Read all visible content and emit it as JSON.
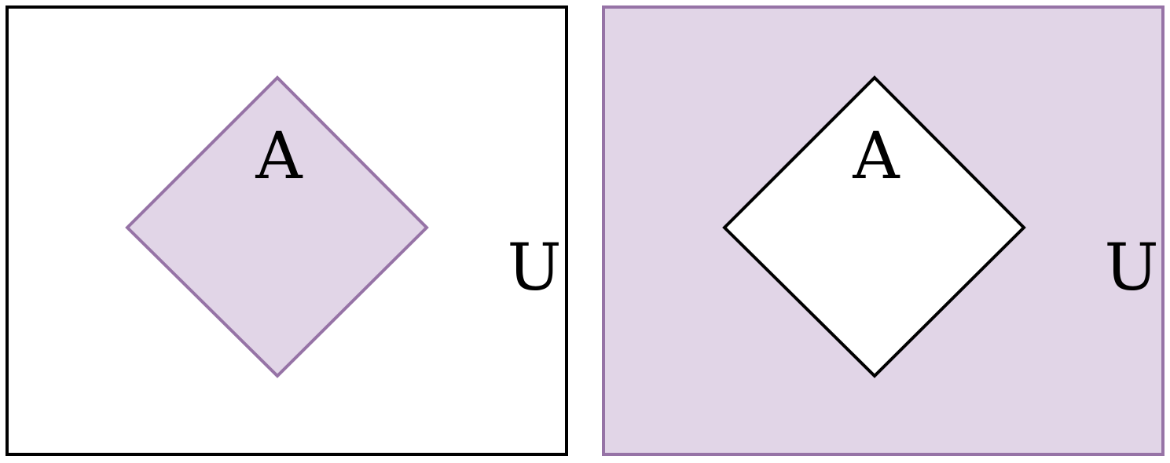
{
  "colors": {
    "highlight_fill": "#e1d5e7",
    "highlight_stroke": "#9673a6",
    "plain_fill": "#ffffff",
    "plain_stroke": "#000000",
    "text": "#000000"
  },
  "panels": [
    {
      "shaded_region": "set",
      "set_label": "A",
      "universe_label": "U"
    },
    {
      "shaded_region": "complement",
      "set_label": "A",
      "universe_label": "U"
    }
  ]
}
